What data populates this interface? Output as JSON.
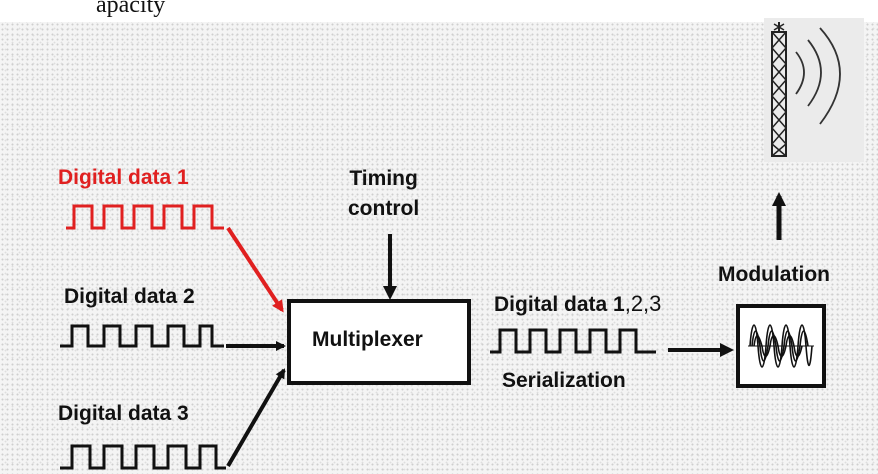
{
  "top_text": "apacity",
  "inputs": [
    {
      "label": "Digital data 1",
      "color": "#e02020"
    },
    {
      "label": "Digital data 2",
      "color": "#111111"
    },
    {
      "label": "Digital data 3",
      "color": "#111111"
    }
  ],
  "timing": {
    "line1": "Timing",
    "line2": "control"
  },
  "mux": {
    "label": "Multiplexer"
  },
  "output": {
    "label_prefix": "Digital data 1",
    "label_nums": ",2,3"
  },
  "serialization": {
    "label": "Serialization"
  },
  "modulation": {
    "label": "Modulation"
  },
  "icons": [
    "square-wave-icon",
    "modulated-signal-icon",
    "antenna-tower-icon",
    "radio-waves-icon"
  ]
}
